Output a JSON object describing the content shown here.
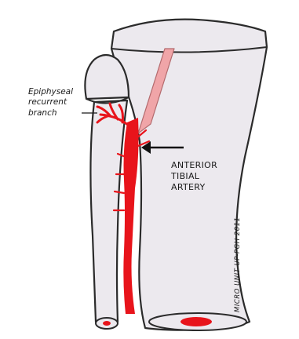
{
  "labels": {
    "epiphyseal_line1": "Epiphyseal",
    "epiphyseal_line2": "recurrent",
    "epiphyseal_line3": "branch",
    "anterior_line1": "ANTERIOR",
    "anterior_line2": "TIBIAL",
    "anterior_line3": "ARTERY",
    "credit": "MICRO UNIT UP-PGH 2011"
  },
  "colors": {
    "bone_fill": "#ece9ee",
    "bone_outline": "#2b2b2b",
    "artery": "#e8141b",
    "faded_artery": "#f0a5a8",
    "arrow": "#111111"
  }
}
